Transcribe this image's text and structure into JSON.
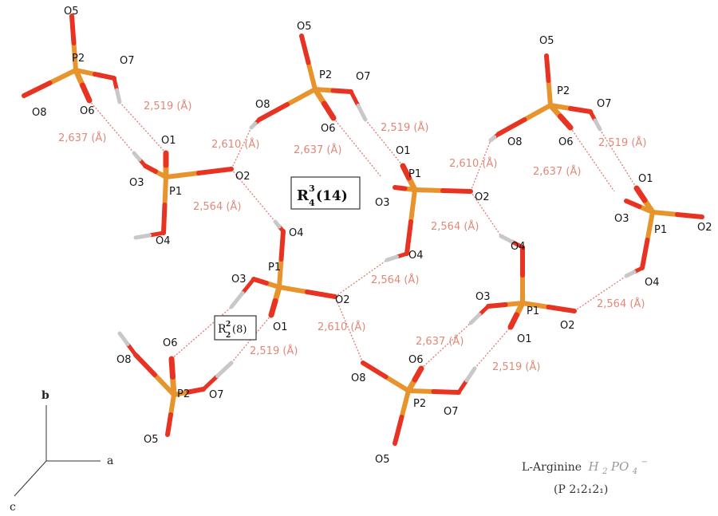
{
  "figure": {
    "atoms": {
      "p1": "P1",
      "p2": "P2",
      "o1": "O1",
      "o2": "O2",
      "o3": "O3",
      "o4": "O4",
      "o5": "O5",
      "o6": "O6",
      "o7": "O7",
      "o8": "O8"
    },
    "distances": {
      "o7_o1": "2,519 (Å)",
      "o6_o3": "2,637 (Å)",
      "o8_o2": "2,610 (Å)",
      "o2_o4": "2,564 (Å)"
    },
    "ring_motifs": {
      "large": {
        "symbol": "R",
        "superscript": "3",
        "subscript": "4",
        "size": "(14)"
      },
      "small": {
        "symbol": "R",
        "superscript": "2",
        "subscript": "2",
        "size": "(8)"
      }
    },
    "axes": {
      "a": "a",
      "b": "b",
      "c": "c"
    },
    "caption": {
      "compound": "L-Arginine",
      "anion": "H",
      "anion_sub1": "2",
      "anion_mid": "PO",
      "anion_sub2": "4",
      "charge": "−",
      "space_group": "(P 2₁2₁2₁)"
    },
    "colors": {
      "phosphorus": "#e8942c",
      "oxygen": "#e83222",
      "hydrogen": "#c8c8c8",
      "hbond": "#e07a72",
      "distance_label": "#e08878"
    }
  }
}
